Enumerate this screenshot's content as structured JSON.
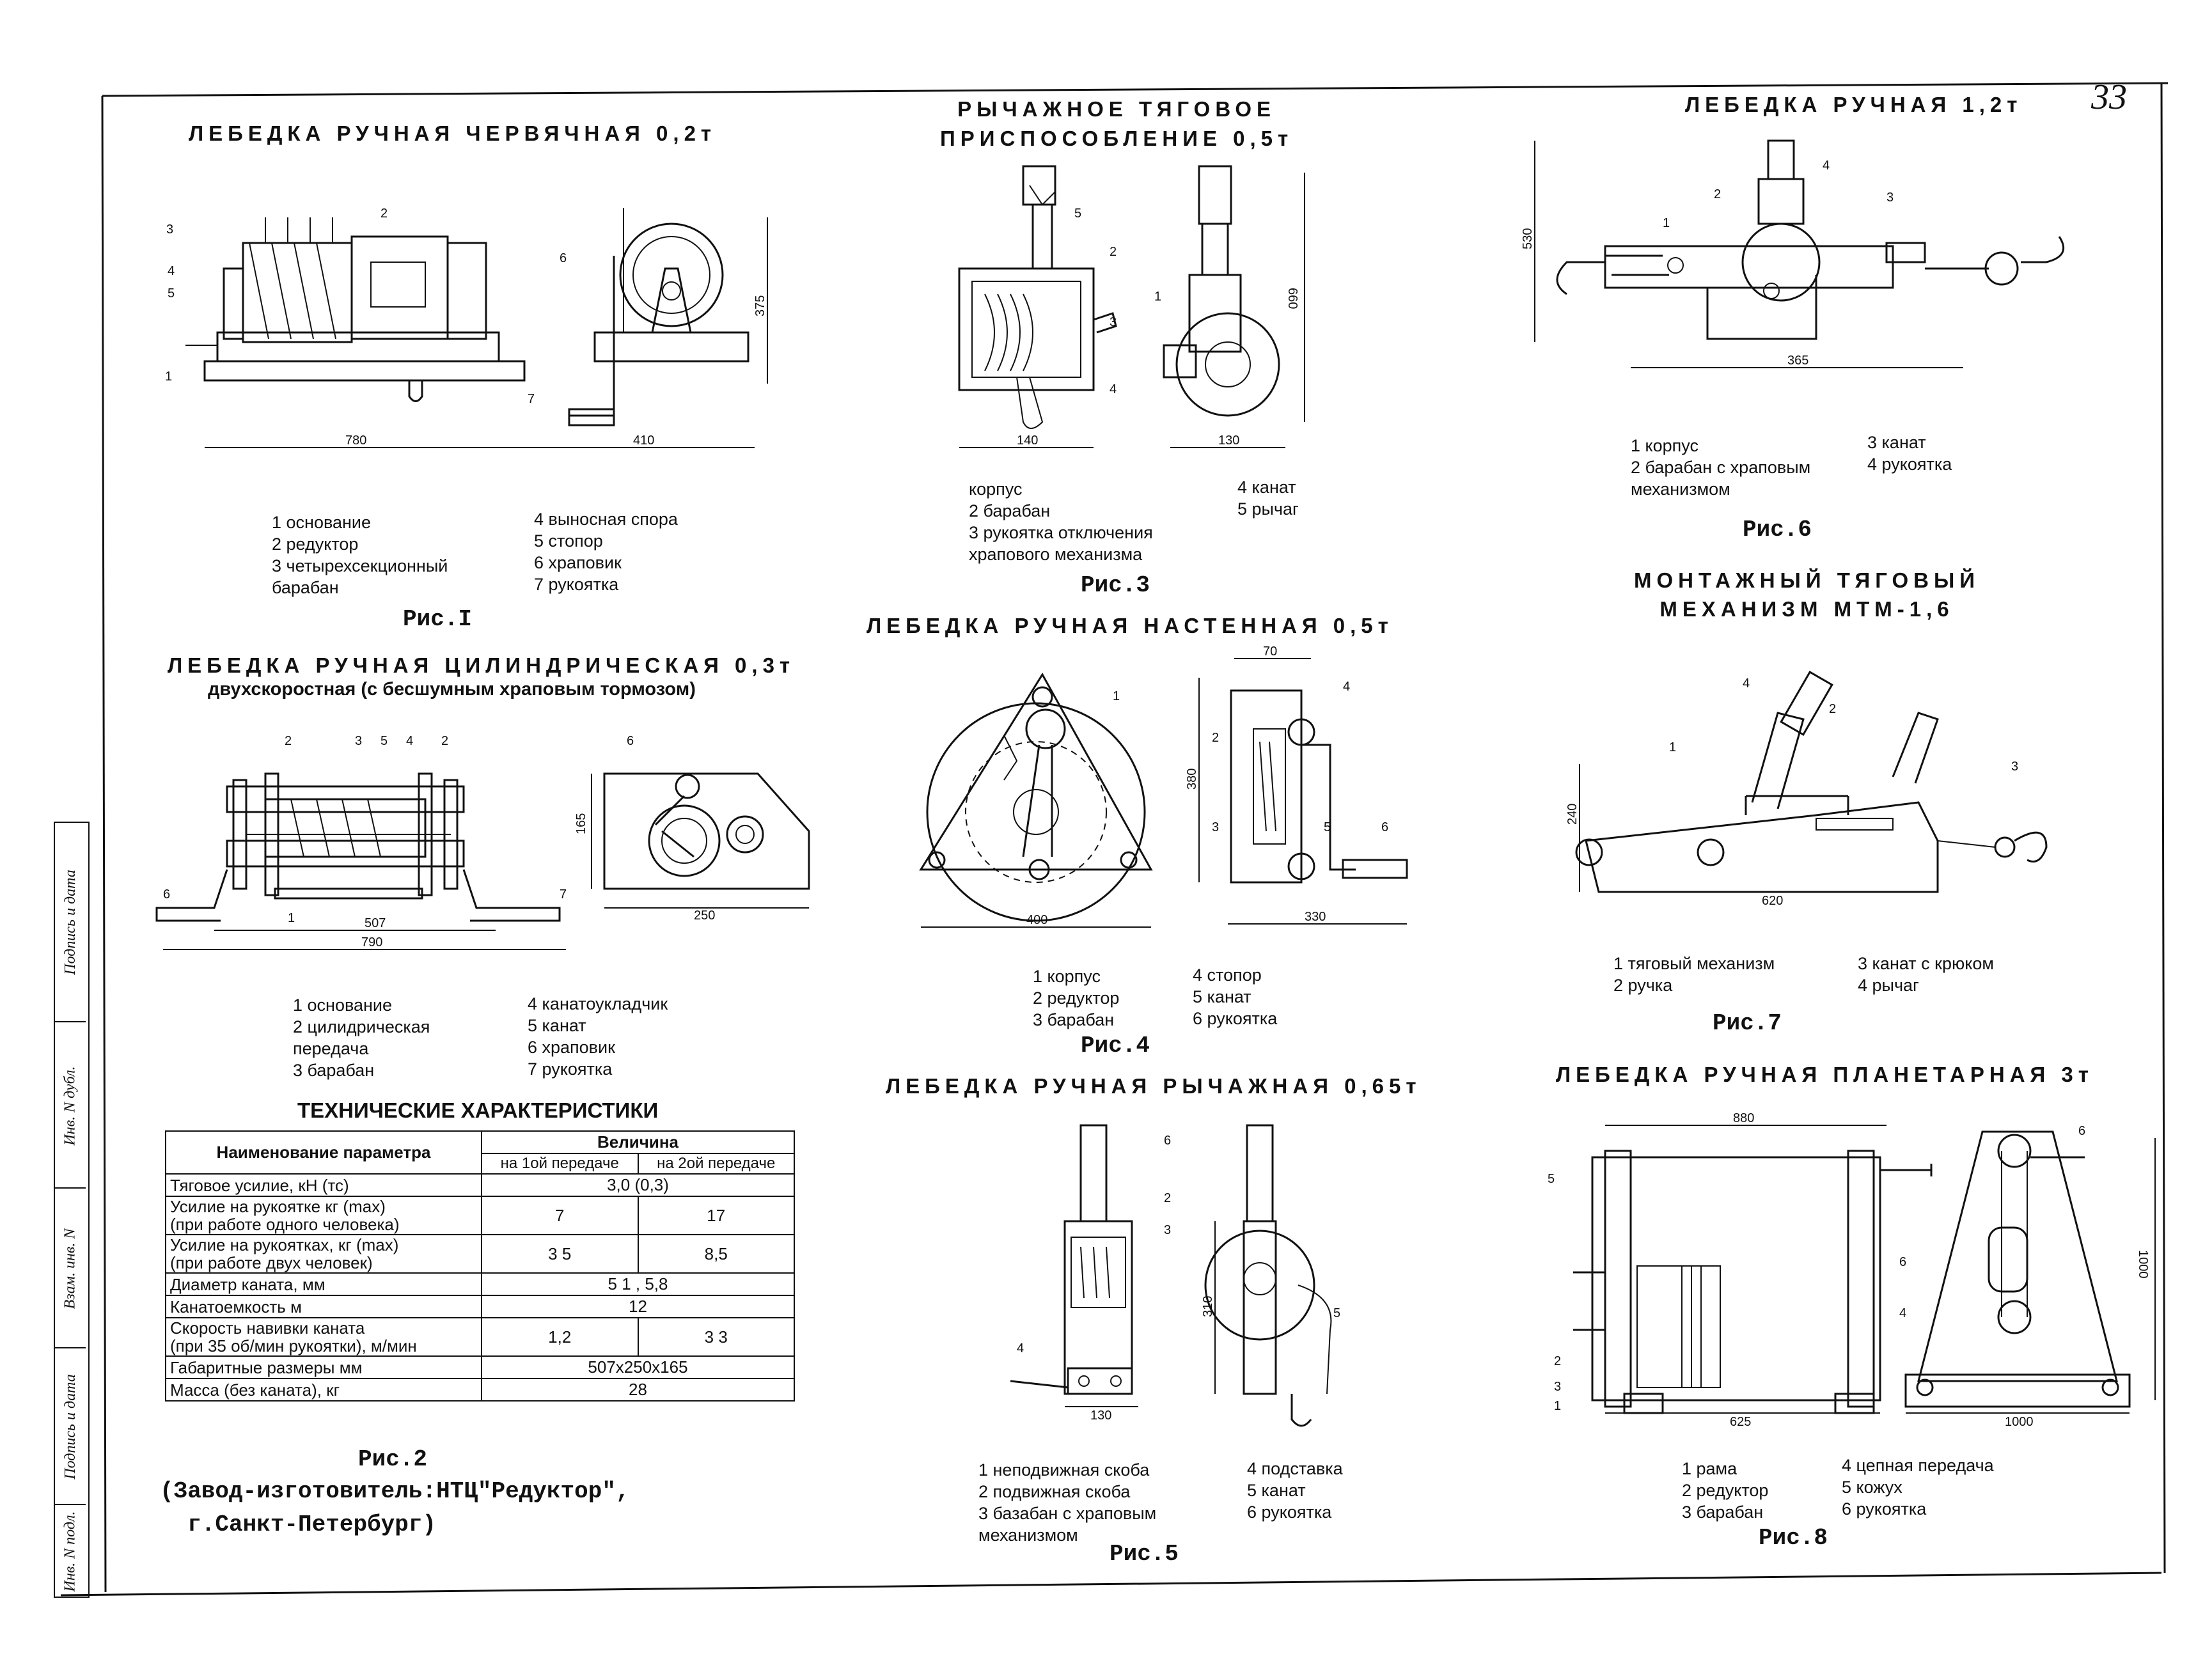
{
  "page_number": "33",
  "stamp": [
    "Инв. N подл.",
    "Подпись и дата",
    "Взам. инв. N",
    "Инв. N дубл.",
    "Подпись и дата"
  ],
  "figures": {
    "fig1": {
      "title": "ЛЕБЕДКА РУЧНАЯ ЧЕРВЯЧНАЯ 0,2т",
      "caption": "Рис.I",
      "legend_left": "1 основание\n2 редуктор\n3 четырехсекционный\n   барабан",
      "legend_right": "4 выносная спора\n5 стопор\n6 храповик\n7 рукоятка",
      "dims": [
        "780",
        "410",
        "375"
      ],
      "callouts": [
        "1",
        "2",
        "3",
        "4",
        "5",
        "6",
        "7"
      ]
    },
    "fig2": {
      "title": "ЛЕБЕДКА РУЧНАЯ ЦИЛИНДРИЧЕСКАЯ 0,3т",
      "subtitle": "двухскоростная (с бесшумным храповым тормозом)",
      "legend_left": "1 основание\n2 цилидрическая\n   передача\n3 барабан",
      "legend_right": "4 канатоукладчик\n5 канат\n6 храповик\n7 рукоятка",
      "dims": [
        "507",
        "790",
        "165",
        "250"
      ],
      "callouts": [
        "1",
        "2",
        "3",
        "5",
        "4",
        "2",
        "6",
        "6",
        "7"
      ],
      "caption": "Рис.2",
      "maker": "(Завод-изготовитель:НТЦ\"Редуктор\",\n  г.Санкт-Петербург)"
    },
    "tech": {
      "heading": "ТЕХНИЧЕСКИЕ ХАРАКТЕРИСТИКИ",
      "col_param": "Наименование параметра",
      "col_value": "Величина",
      "col_g1": "на 1ой передаче",
      "col_g2": "на 2ой передаче",
      "rows": [
        {
          "name": "Тяговое усилие, кН (тс)",
          "merged": "3,0 (0,3)"
        },
        {
          "name": "Усилие на рукоятке кг (max)\n(при работе одного человека)",
          "v1": "7",
          "v2": "17"
        },
        {
          "name": "Усилие на рукоятках, кг (max)\n(при работе двух человек)",
          "v1": "3 5",
          "v2": "8,5"
        },
        {
          "name": "Диаметр каната, мм",
          "merged": "5 1 , 5,8"
        },
        {
          "name": "Канатоемкость м",
          "merged": "12"
        },
        {
          "name": "Скорость навивки каната\n(при 35 об/мин рукоятки), м/мин",
          "v1": "1,2",
          "v2": "3 3"
        },
        {
          "name": "Габаритные размеры мм",
          "merged": "507x250x165"
        },
        {
          "name": "Масса (без каната), кг",
          "merged": "28"
        }
      ]
    },
    "fig3": {
      "title": "РЫЧАЖНОЕ ТЯГОВОЕ\nПРИСПОСОБЛЕНИЕ 0,5т",
      "legend_left": "корпус\n2 барабан\n3 рукоятка отключения\n   храпового механизма",
      "legend_right": "4 канат\n5 рычаг",
      "dims": [
        "140",
        "130",
        "660"
      ],
      "callouts": [
        "5",
        "2",
        "3",
        "4",
        "1"
      ],
      "caption": "Рис.3"
    },
    "fig4": {
      "title": "ЛЕБЕДКА РУЧНАЯ НАСТЕННАЯ 0,5т",
      "legend_left": "1 корпус\n2 редуктор\n3 барабан",
      "legend_right": "4 стопор\n5 канат\n6 рукоятка",
      "dims": [
        "400",
        "380",
        "70",
        "330"
      ],
      "callouts": [
        "1",
        "4",
        "2",
        "3",
        "5",
        "6"
      ],
      "caption": "Рис.4"
    },
    "fig5": {
      "title": "ЛЕБЕДКА РУЧНАЯ РЫЧАЖНАЯ 0,65т",
      "legend_left": "1 неподвижная скоба\n2 подвижная скоба\n3 базабан с храповым\n   механизмом",
      "legend_right": "4 подставка\n5 канат\n6 рукоятка",
      "dims": [
        "130",
        "310"
      ],
      "callouts": [
        "6",
        "2",
        "3",
        "4",
        "5"
      ],
      "caption": "Рис.5"
    },
    "fig6": {
      "title": "ЛЕБЕДКА РУЧНАЯ 1,2т",
      "legend_left": "1 корпус\n2 барабан с храповым\n   механизмом",
      "legend_right": "3 канат\n4 рукоятка",
      "dims": [
        "530",
        "365"
      ],
      "callouts": [
        "4",
        "2",
        "3",
        "1"
      ],
      "caption": "Рис.6"
    },
    "fig7": {
      "title": "МОНТАЖНЫЙ ТЯГОВЫЙ\nМЕХАНИЗМ МТМ-1,6",
      "legend_left": "1 тяговый механизм\n2 ручка",
      "legend_right": "3 канат с крюком\n4 рычаг",
      "dims": [
        "240",
        "620"
      ],
      "callouts": [
        "4",
        "2",
        "1",
        "3"
      ],
      "caption": "Рис.7"
    },
    "fig8": {
      "title": "ЛЕБЕДКА РУЧНАЯ ПЛАНЕТАРНАЯ 3т",
      "legend_left": "1 рама\n2 редуктор\n3 барабан",
      "legend_right": "4 цепная передача\n5 кожух\n6 рукоятка",
      "dims": [
        "880",
        "625",
        "1000",
        "1000"
      ],
      "callouts": [
        "5",
        "2",
        "3",
        "1",
        "6",
        "6",
        "4"
      ],
      "caption": "Рис.8"
    }
  }
}
